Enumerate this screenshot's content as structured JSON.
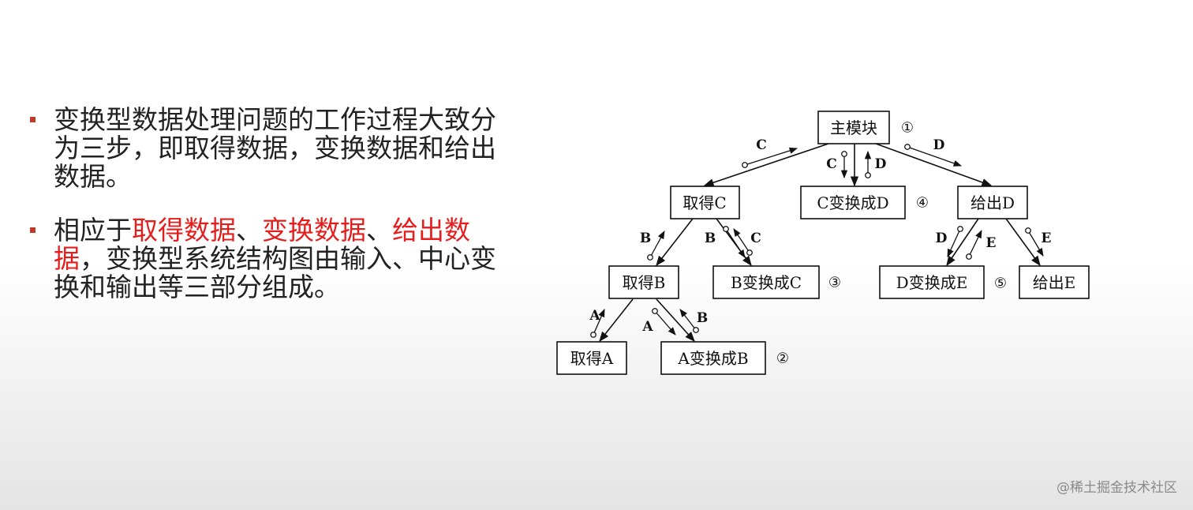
{
  "bullets": [
    {
      "parts": [
        {
          "text": "变换型数据处理问题的工作过程大致分为三步，即取得数据，变换数据和给出数据。",
          "highlight": false
        }
      ]
    },
    {
      "parts": [
        {
          "text": "相应于",
          "highlight": false
        },
        {
          "text": "取得数据",
          "highlight": true
        },
        {
          "text": "、",
          "highlight": false
        },
        {
          "text": "变换数据",
          "highlight": true
        },
        {
          "text": "、",
          "highlight": false
        },
        {
          "text": "给出数据",
          "highlight": true
        },
        {
          "text": "，变换型系统结构图由输入、中心变换和输出等三部分组成。",
          "highlight": false
        }
      ]
    }
  ],
  "modules": {
    "main": "主模块",
    "get_c": "取得C",
    "c_to_d": "C变换成D",
    "out_d": "给出D",
    "get_b": "取得B",
    "b_to_c": "B变换成C",
    "d_to_e": "D变换成E",
    "out_e": "给出E",
    "get_a": "取得A",
    "a_to_b": "A变换成B"
  },
  "step_numbers": {
    "main": "①",
    "a_to_b": "②",
    "b_to_c": "③",
    "c_to_d": "④",
    "d_to_e": "⑤"
  },
  "flow_labels": {
    "main_getc_c": "C",
    "main_ctod_c": "C",
    "main_ctod_d": "D",
    "main_outd_d": "D",
    "getc_getb_b": "B",
    "getc_btoc_b": "B",
    "getc_btoc_c": "C",
    "outd_dtoe_d": "D",
    "outd_dtoe_e": "E",
    "outd_oute_e": "E",
    "getb_geta_a": "A",
    "getb_atob_a": "A",
    "getb_atob_b": "B"
  },
  "watermark": "@稀土掘金技术社区",
  "colors": {
    "highlight": "#e41d1d",
    "bullet_marker": "#c0392b",
    "text": "#222222"
  }
}
